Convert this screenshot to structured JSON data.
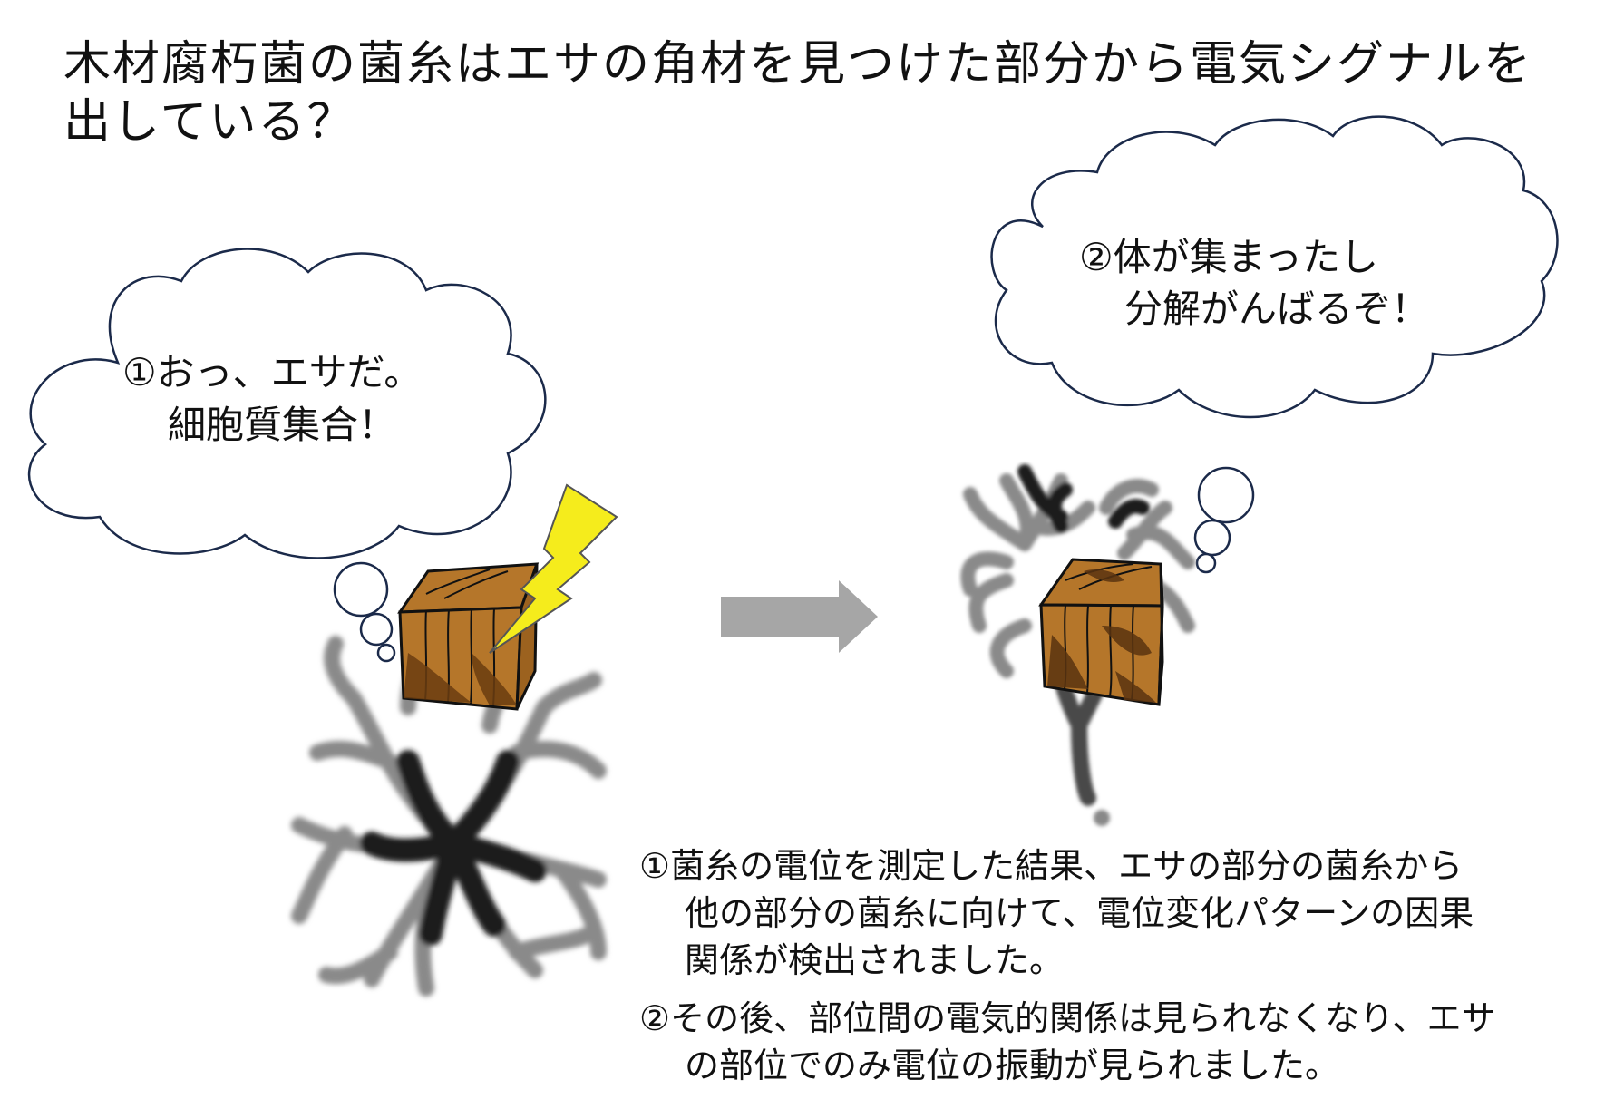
{
  "title": {
    "line1": "木材腐朽菌の菌糸はエサの角材を見つけた部分から電気シグナルを",
    "line2": "出している？"
  },
  "left_bubble": {
    "line1": "①おっ、エサだ。",
    "line2": "細胞質集合！"
  },
  "right_bubble": {
    "line1": "②体が集まったし",
    "line2": "分解がんばるぞ！"
  },
  "caption1": {
    "line1": "①菌糸の電位を測定した結果、エサの部分の菌糸から",
    "line2": "他の部分の菌糸に向けて、電位変化パターンの因果",
    "line3": "関係が検出されました。"
  },
  "caption2": {
    "line1": "②その後、部位間の電気的関係は見られなくなり、エサ",
    "line2": "の部位でのみ電位の振動が見られました。"
  },
  "colors": {
    "bubble_outline": "#1b2a4a",
    "wood": "#b5762a",
    "wood_dark": "#6b3d10",
    "lightning": "#f5ec1c",
    "arrow": "#a6a6a6",
    "hyphae_dark": "#1a1a1a",
    "hyphae_light": "#8a8a8a"
  },
  "icons": [
    "wood-block-icon",
    "lightning-icon",
    "mycelium-icon",
    "thought-bubble-icon",
    "right-arrow-icon"
  ]
}
